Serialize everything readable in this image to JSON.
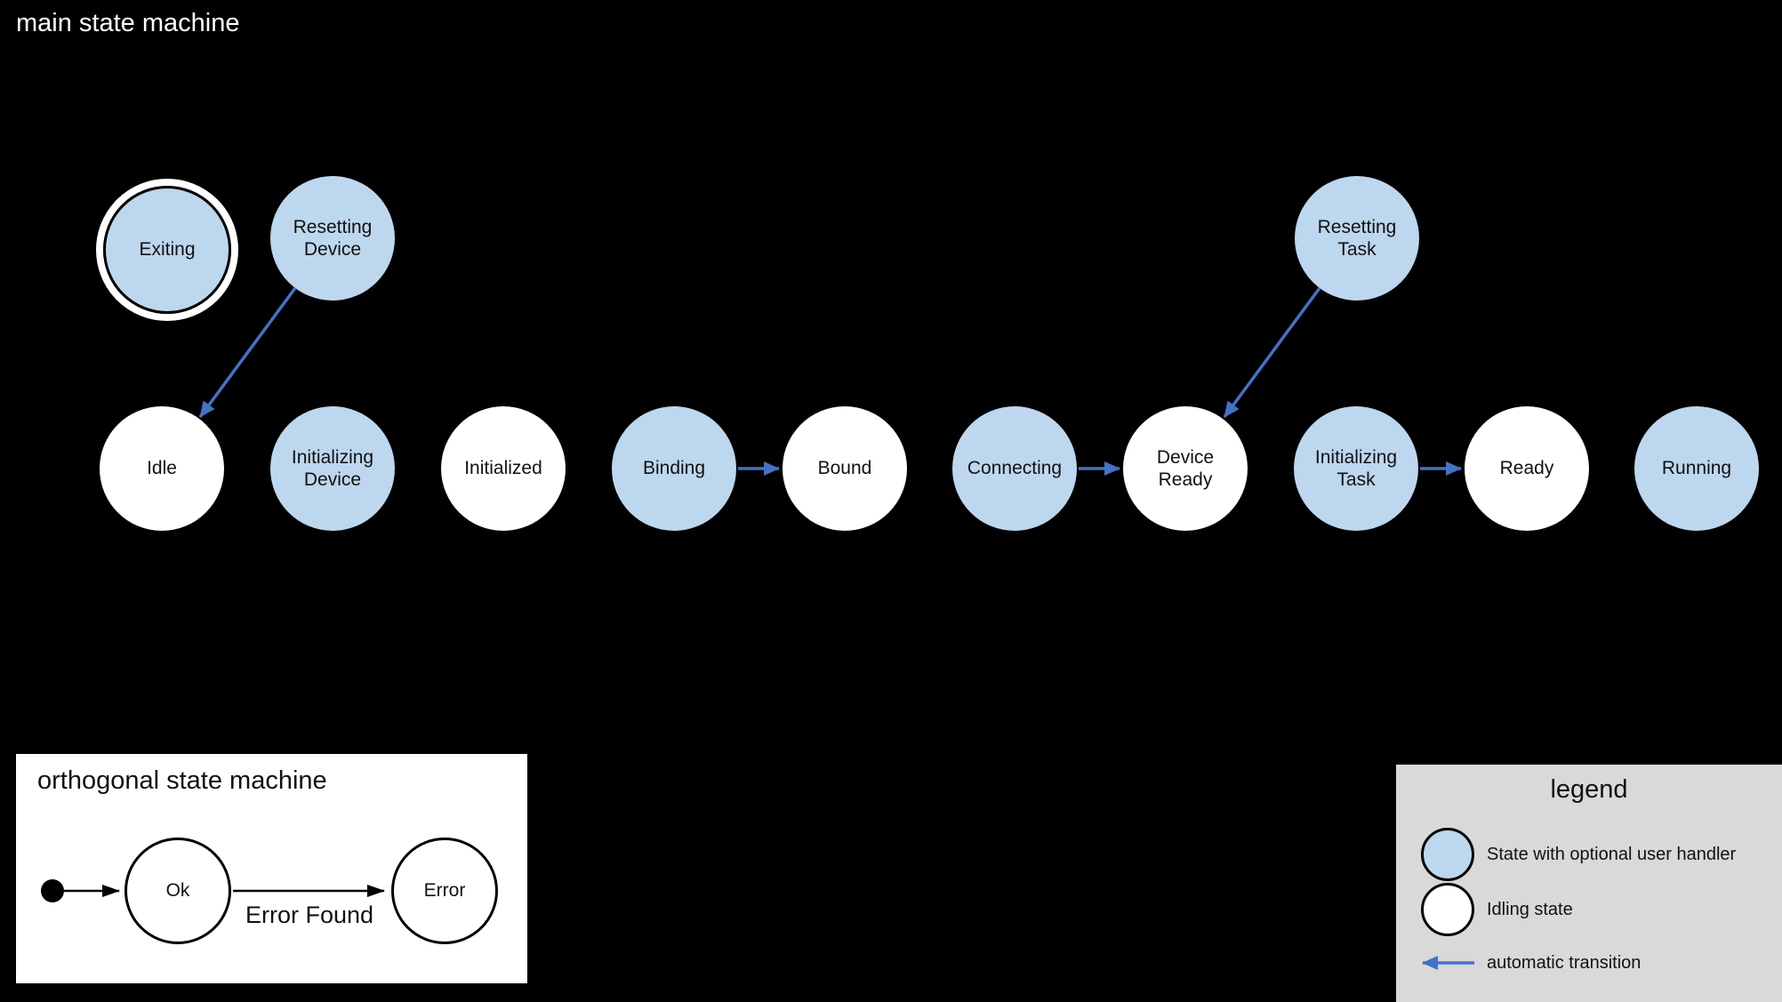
{
  "colors": {
    "background": "#000000",
    "state_handler_fill": "#BDD7EE",
    "idle_fill": "#FFFFFF",
    "transition_blue": "#4472C4",
    "legend_bg": "#D9D9D9"
  },
  "main": {
    "title": "main state machine",
    "states": [
      {
        "label": "Exiting",
        "type": "handler",
        "final": true
      },
      {
        "label": "Resetting Device",
        "type": "handler"
      },
      {
        "label": "Resetting Task",
        "type": "handler"
      },
      {
        "label": "Idle",
        "type": "idle"
      },
      {
        "label": "Initializing Device",
        "type": "handler"
      },
      {
        "label": "Initialized",
        "type": "idle"
      },
      {
        "label": "Binding",
        "type": "handler"
      },
      {
        "label": "Bound",
        "type": "idle"
      },
      {
        "label": "Connecting",
        "type": "handler"
      },
      {
        "label": "Device Ready",
        "type": "idle"
      },
      {
        "label": "Initializing Task",
        "type": "handler"
      },
      {
        "label": "Ready",
        "type": "idle"
      },
      {
        "label": "Running",
        "type": "handler"
      }
    ],
    "transitions": [
      {
        "from": "Resetting Device",
        "to": "Idle",
        "type": "automatic"
      },
      {
        "from": "Resetting Task",
        "to": "Device Ready",
        "type": "automatic"
      },
      {
        "from": "Binding",
        "to": "Bound",
        "type": "automatic"
      },
      {
        "from": "Connecting",
        "to": "Device Ready",
        "type": "automatic"
      },
      {
        "from": "Initializing Task",
        "to": "Ready",
        "type": "automatic"
      }
    ]
  },
  "orthogonal": {
    "title": "orthogonal state machine",
    "states": [
      {
        "label": "Ok"
      },
      {
        "label": "Error"
      }
    ],
    "transitions": [
      {
        "from": "initial",
        "to": "Ok",
        "label": ""
      },
      {
        "from": "Ok",
        "to": "Error",
        "label": "Error Found"
      }
    ]
  },
  "legend": {
    "title": "legend",
    "items": [
      {
        "symbol": "handler-state-circle",
        "label": "State with optional user handler"
      },
      {
        "symbol": "idling-state-circle",
        "label": "Idling state"
      },
      {
        "symbol": "automatic-transition-arrow",
        "label": "automatic transition"
      }
    ]
  }
}
